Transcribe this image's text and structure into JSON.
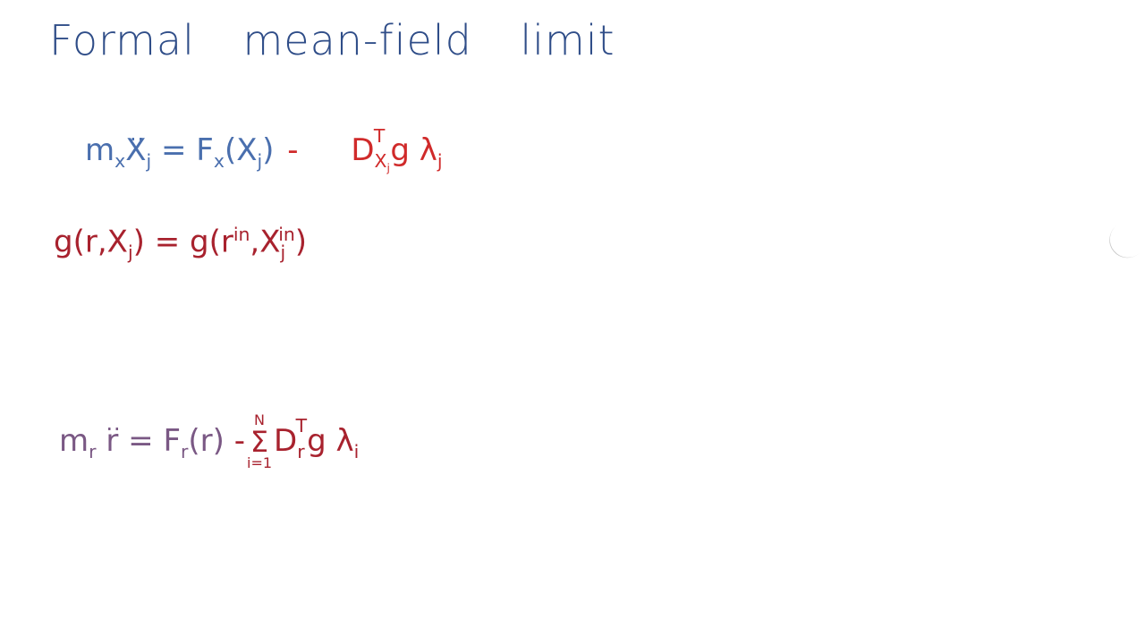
{
  "title": "Formal mean-field limit",
  "equations": {
    "eq1": {
      "lhs_m": "m",
      "lhs_m_sub": "x",
      "lhs_X": "X",
      "lhs_X_sub": "j",
      "eq": "=",
      "F": "F",
      "F_sub": "x",
      "F_arg_open": "(",
      "F_arg": "X",
      "F_arg_sub": "j",
      "F_arg_close": ")",
      "minus": "-",
      "D": "D",
      "D_sub": "X",
      "D_sub_sub": "j",
      "D_sup": "T",
      "g": "g",
      "lambda": "λ",
      "lambda_sub": "j"
    },
    "eq2": {
      "lhs": "g(r,X",
      "lhs_sub": "j",
      "lhs_close": ")",
      "eq": "=",
      "rhs_g": "g(r",
      "rhs_r_sup": "in",
      "rhs_comma": ",X",
      "rhs_X_sub": "j",
      "rhs_X_sup": "in",
      "rhs_close": ")"
    },
    "eq3": {
      "m": "m",
      "m_sub": "r",
      "r": "r",
      "eq": "=",
      "F": "F",
      "F_sub": "r",
      "F_arg": "(r)",
      "minus": "-",
      "sum_upper": "N",
      "sum_symbol": "Σ",
      "sum_lower": "i=1",
      "D": "D",
      "D_sub": "r",
      "D_sup": "T",
      "g": "g",
      "lambda": "λ",
      "lambda_sub": "i"
    }
  },
  "colors": {
    "title": "#2f4d88",
    "blue": "#4a6fae",
    "red": "#d02a2a",
    "dark_red": "#a8222e",
    "purple": "#7a5884"
  }
}
